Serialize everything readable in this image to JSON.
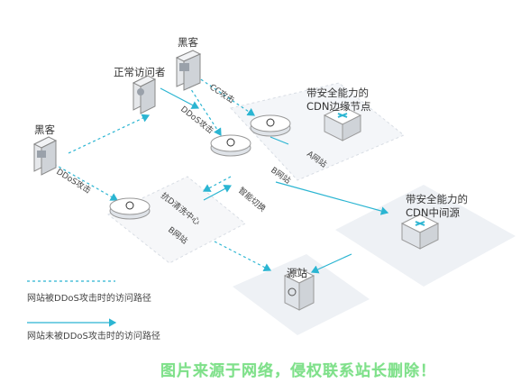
{
  "labels": {
    "hacker_top": "黑客",
    "normal_visitor": "正常访问者",
    "hacker_left": "黑客",
    "cdn_edge_line1": "带安全能力的",
    "cdn_edge_line2": "CDN边缘节点",
    "cdn_mid_line1": "带安全能力的",
    "cdn_mid_line2": "CDN中间源",
    "origin": "源站"
  },
  "arrows": {
    "cc_attack": "CC攻击",
    "ddos_attack_top": "DDoS攻击",
    "ddos_attack_left": "DDoS攻击",
    "smart_switch": "智能切换"
  },
  "nodes": {
    "site_a": "A网站",
    "site_b_top": "B网站",
    "site_b_bottom": "B网站",
    "scrubbing_center": "抗D清洗中心"
  },
  "legend": {
    "attacked_path": "网站被DDoS攻击时的访问路径",
    "normal_path": "网站未被DDoS攻击时的访问路径"
  },
  "watermark": "图片来源于网络，侵权联系站长删除！",
  "colors": {
    "accent": "#2bb5d2",
    "node_top": "#ffffff",
    "node_side": "#dfe3e8",
    "platform": "#eef1f5",
    "watermark": "#7fe08a"
  },
  "icons": [
    "hacker-terminal-icon",
    "visitor-terminal-icon",
    "cdn-node-icon",
    "server-icon",
    "server-shield-icon"
  ]
}
